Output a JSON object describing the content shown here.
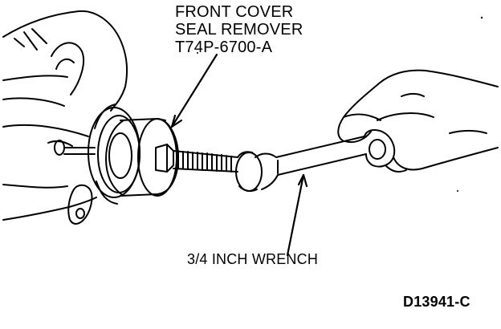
{
  "callouts": {
    "tool_name_line1": "FRONT COVER",
    "tool_name_line2": "SEAL REMOVER",
    "tool_part_number": "T74P-6700-A",
    "wrench": "3/4 INCH WRENCH"
  },
  "figure_id": "D13941-C",
  "colors": {
    "ink": "#000000",
    "paper": "#ffffff"
  }
}
